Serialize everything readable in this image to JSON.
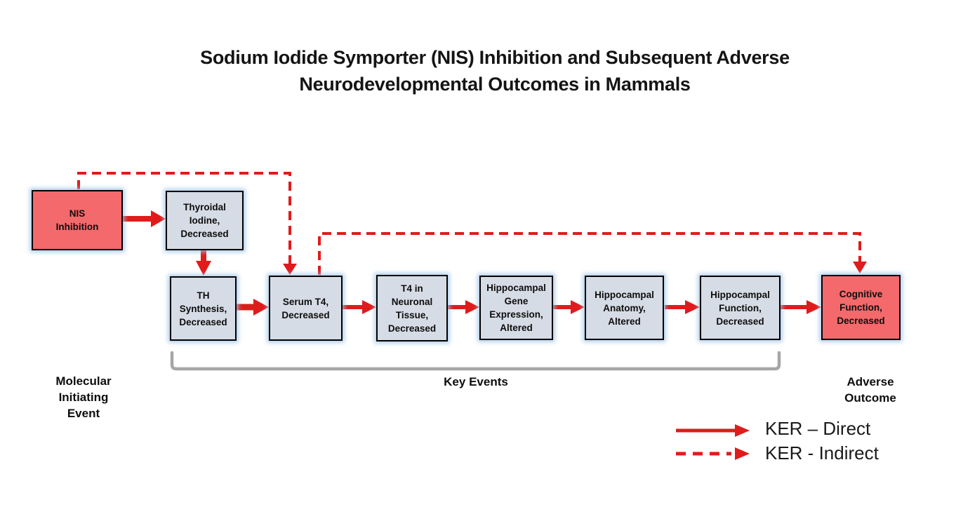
{
  "title": "Sodium Iodide Symporter (NIS) Inhibition and Subsequent Adverse\nNeurodevelopmental Outcomes in Mammals",
  "boxes": [
    {
      "name": "NIS Inhibition",
      "label": "NIS\nInhibition",
      "emphasis": true
    },
    {
      "name": "Thyroidal Iodine, Decreased",
      "label": "Thyroidal\nIodine,\nDecreased",
      "emphasis": false
    },
    {
      "name": "TH Synthesis, Decreased",
      "label": "TH\nSynthesis,\nDecreased",
      "emphasis": false
    },
    {
      "name": "Serum T4, Decreased",
      "label": "Serum T4,\nDecreased",
      "emphasis": false
    },
    {
      "name": "T4 in Neuronal Tissue, Decreased",
      "label": "T4 in\nNeuronal\nTissue,\nDecreased",
      "emphasis": false
    },
    {
      "name": "Hippocampal Gene Expression, Altered",
      "label": "Hippocampal\nGene\nExpression,\nAltered",
      "emphasis": false
    },
    {
      "name": "Hippocampal Anatomy, Altered",
      "label": "Hippocampal\nAnatomy,\nAltered",
      "emphasis": false
    },
    {
      "name": "Hippocampal Function, Decreased",
      "label": "Hippocampal\nFunction,\nDecreased",
      "emphasis": false
    },
    {
      "name": "Cognitive Function, Decreased",
      "label": "Cognitive\nFunction,\nDecreased",
      "emphasis": true
    }
  ],
  "stage_labels": {
    "molecular_initiating_event": "Molecular\nInitiating\nEvent",
    "key_events": "Key Events",
    "adverse_outcome": "Adverse\nOutcome"
  },
  "legend": {
    "direct_label": "KER – Direct",
    "indirect_label": "KER - Indirect"
  },
  "colors": {
    "arrow_red": "#e01b1b",
    "event_box_fill": "#d6dce5",
    "highlight_box_fill": "#f4696b",
    "box_border": "#000000",
    "bracket_gray": "#a6a6a6",
    "box_glow": "#9dc3e6"
  }
}
